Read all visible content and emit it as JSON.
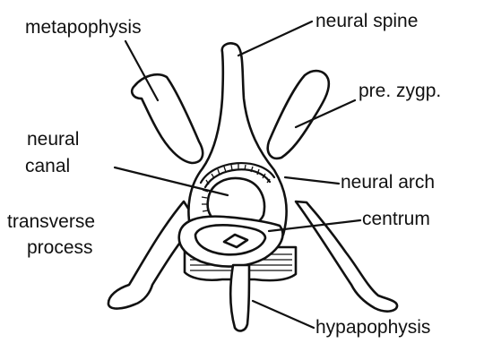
{
  "labels": {
    "metapophysis": "metapophysis",
    "neural_spine": "neural spine",
    "pre_zygp": "pre. zygp.",
    "neural": "neural",
    "canal": "canal",
    "neural_arch": "neural arch",
    "transverse": "transverse",
    "process": "process",
    "centrum": "centrum",
    "hypapophysis": "hypapophysis"
  },
  "colors": {
    "ink": "#111111",
    "background": "#ffffff"
  }
}
